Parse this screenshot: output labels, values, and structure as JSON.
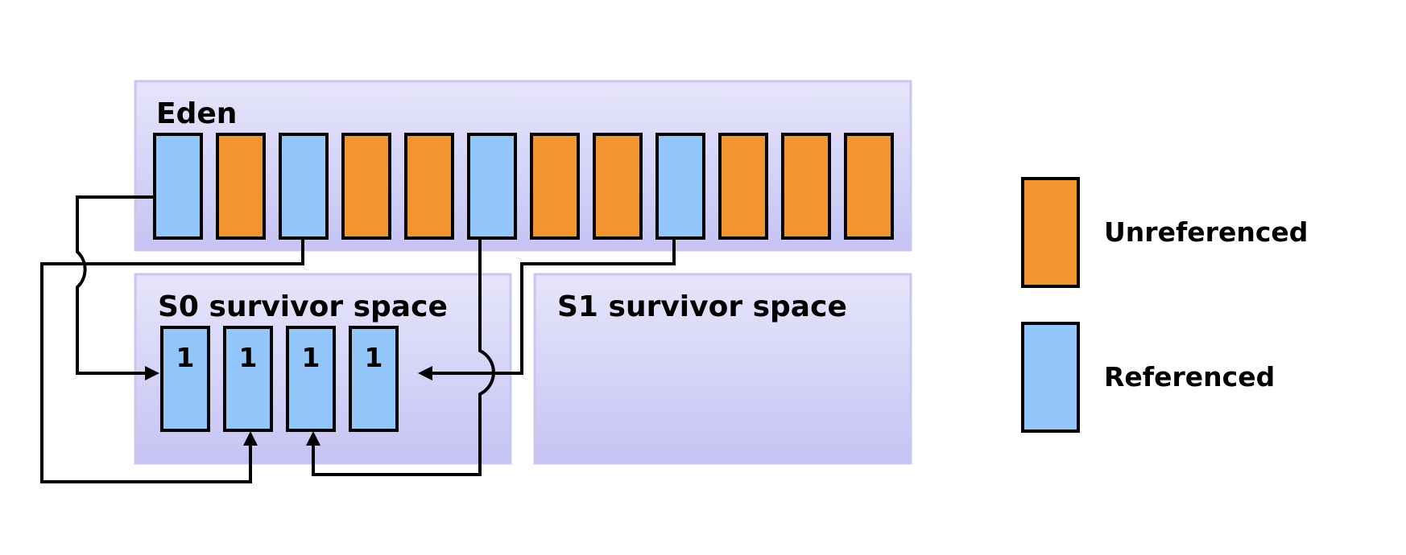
{
  "colors": {
    "unreferenced": "#f39431",
    "referenced": "#93c6fa",
    "region_top": "#e6e5fb",
    "region_bottom": "#c6c3f3",
    "region_border": "#c9c7f2"
  },
  "eden": {
    "label": "Eden",
    "blocks": [
      "referenced",
      "unreferenced",
      "referenced",
      "unreferenced",
      "unreferenced",
      "referenced",
      "unreferenced",
      "unreferenced",
      "referenced",
      "unreferenced",
      "unreferenced",
      "unreferenced"
    ]
  },
  "s0": {
    "label": "S0 survivor space",
    "blocks": [
      {
        "state": "referenced",
        "age": "1"
      },
      {
        "state": "referenced",
        "age": "1"
      },
      {
        "state": "referenced",
        "age": "1"
      },
      {
        "state": "referenced",
        "age": "1"
      }
    ]
  },
  "s1": {
    "label": "S1 survivor space"
  },
  "legend": {
    "items": [
      {
        "state": "unreferenced",
        "label": "Unreferenced"
      },
      {
        "state": "referenced",
        "label": "Referenced"
      }
    ]
  },
  "copies": [
    {
      "from_eden_block": 0,
      "to_s0_block": 0
    },
    {
      "from_eden_block": 2,
      "to_s0_block": 1
    },
    {
      "from_eden_block": 5,
      "to_s0_block": 2
    },
    {
      "from_eden_block": 8,
      "to_s0_block": 3
    }
  ]
}
